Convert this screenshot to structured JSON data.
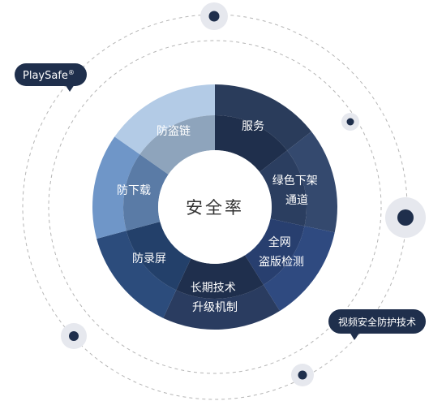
{
  "center": {
    "label": "安全率"
  },
  "segments": [
    {
      "id": "fuwu",
      "lines": [
        "服务"
      ],
      "outer": "#2a3c5b",
      "inner": "#1f2f4c"
    },
    {
      "id": "lvse",
      "lines": [
        "绿色下架",
        "通道"
      ],
      "outer": "#34496e",
      "inner": "#2b3e60"
    },
    {
      "id": "quanwang",
      "lines": [
        "全网",
        "盗版检测"
      ],
      "outer": "#2f4a80",
      "inner": "#283f6f"
    },
    {
      "id": "changqi",
      "lines": [
        "长期技术",
        "升级机制"
      ],
      "outer": "#2a3c60",
      "inner": "#1f2f4d"
    },
    {
      "id": "fanglu",
      "lines": [
        "防录屏"
      ],
      "outer": "#2c4c7c",
      "inner": "#23406a"
    },
    {
      "id": "fangxia",
      "lines": [
        "防下载"
      ],
      "outer": "#6f96c8",
      "inner": "#5a7ba6"
    },
    {
      "id": "fangdao",
      "lines": [
        "防盗链"
      ],
      "outer": "#b3cbe6",
      "inner": "#8ea4bc"
    }
  ],
  "badges": {
    "playsafe": {
      "text": "PlaySafe",
      "mark": "®"
    },
    "protect": {
      "text": "视频安全防护技术"
    }
  },
  "colors": {
    "navy": "#1f2f4c",
    "dash": "#b5b5b5",
    "halo": "#e6e8ee"
  }
}
